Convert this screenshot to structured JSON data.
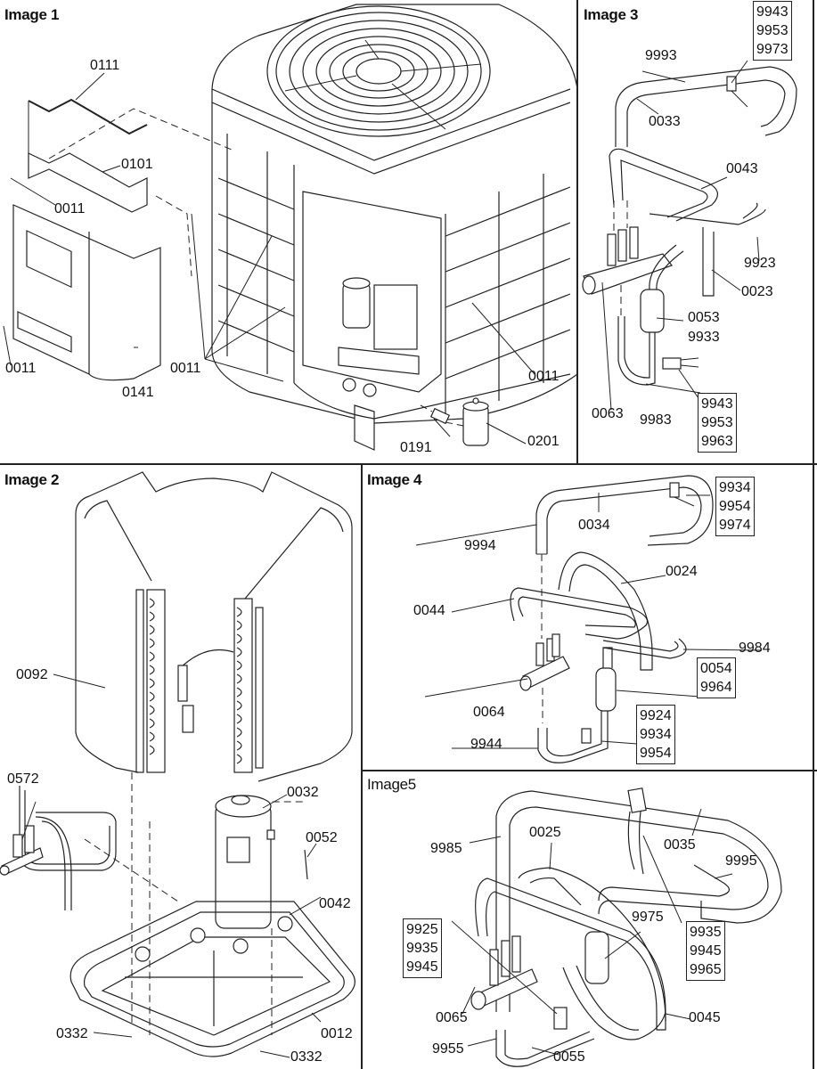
{
  "panels": {
    "image1": {
      "title": "Image 1",
      "labels": [
        "0111",
        "0101",
        "0011",
        "0011",
        "0141",
        "0011",
        "0011",
        "0191",
        "0201"
      ]
    },
    "image2": {
      "title": "Image 2",
      "labels": [
        "0092",
        "0572",
        "0032",
        "0052",
        "0042",
        "0332",
        "0012",
        "0332"
      ]
    },
    "image3": {
      "title": "Image 3",
      "labels": [
        "9993",
        "0033",
        "0043",
        "9923",
        "0023",
        "0053",
        "9933",
        "0063",
        "9983"
      ],
      "boxes": [
        [
          "9943",
          "9953",
          "9973"
        ],
        [
          "9943",
          "9953",
          "9963"
        ]
      ]
    },
    "image4": {
      "title": "Image 4",
      "labels": [
        "0034",
        "9994",
        "0024",
        "0044",
        "9984",
        "0064",
        "9944"
      ],
      "boxes": [
        [
          "9934",
          "9954",
          "9974"
        ],
        [
          "0054",
          "9964"
        ],
        [
          "9924",
          "9934",
          "9954"
        ]
      ]
    },
    "image5": {
      "title": "Image5",
      "labels": [
        "9985",
        "0025",
        "0035",
        "9995",
        "9975",
        "0065",
        "0045",
        "9955",
        "0055"
      ],
      "boxes": [
        [
          "9925",
          "9935",
          "9945"
        ],
        [
          "9935",
          "9945",
          "9965"
        ]
      ]
    }
  }
}
